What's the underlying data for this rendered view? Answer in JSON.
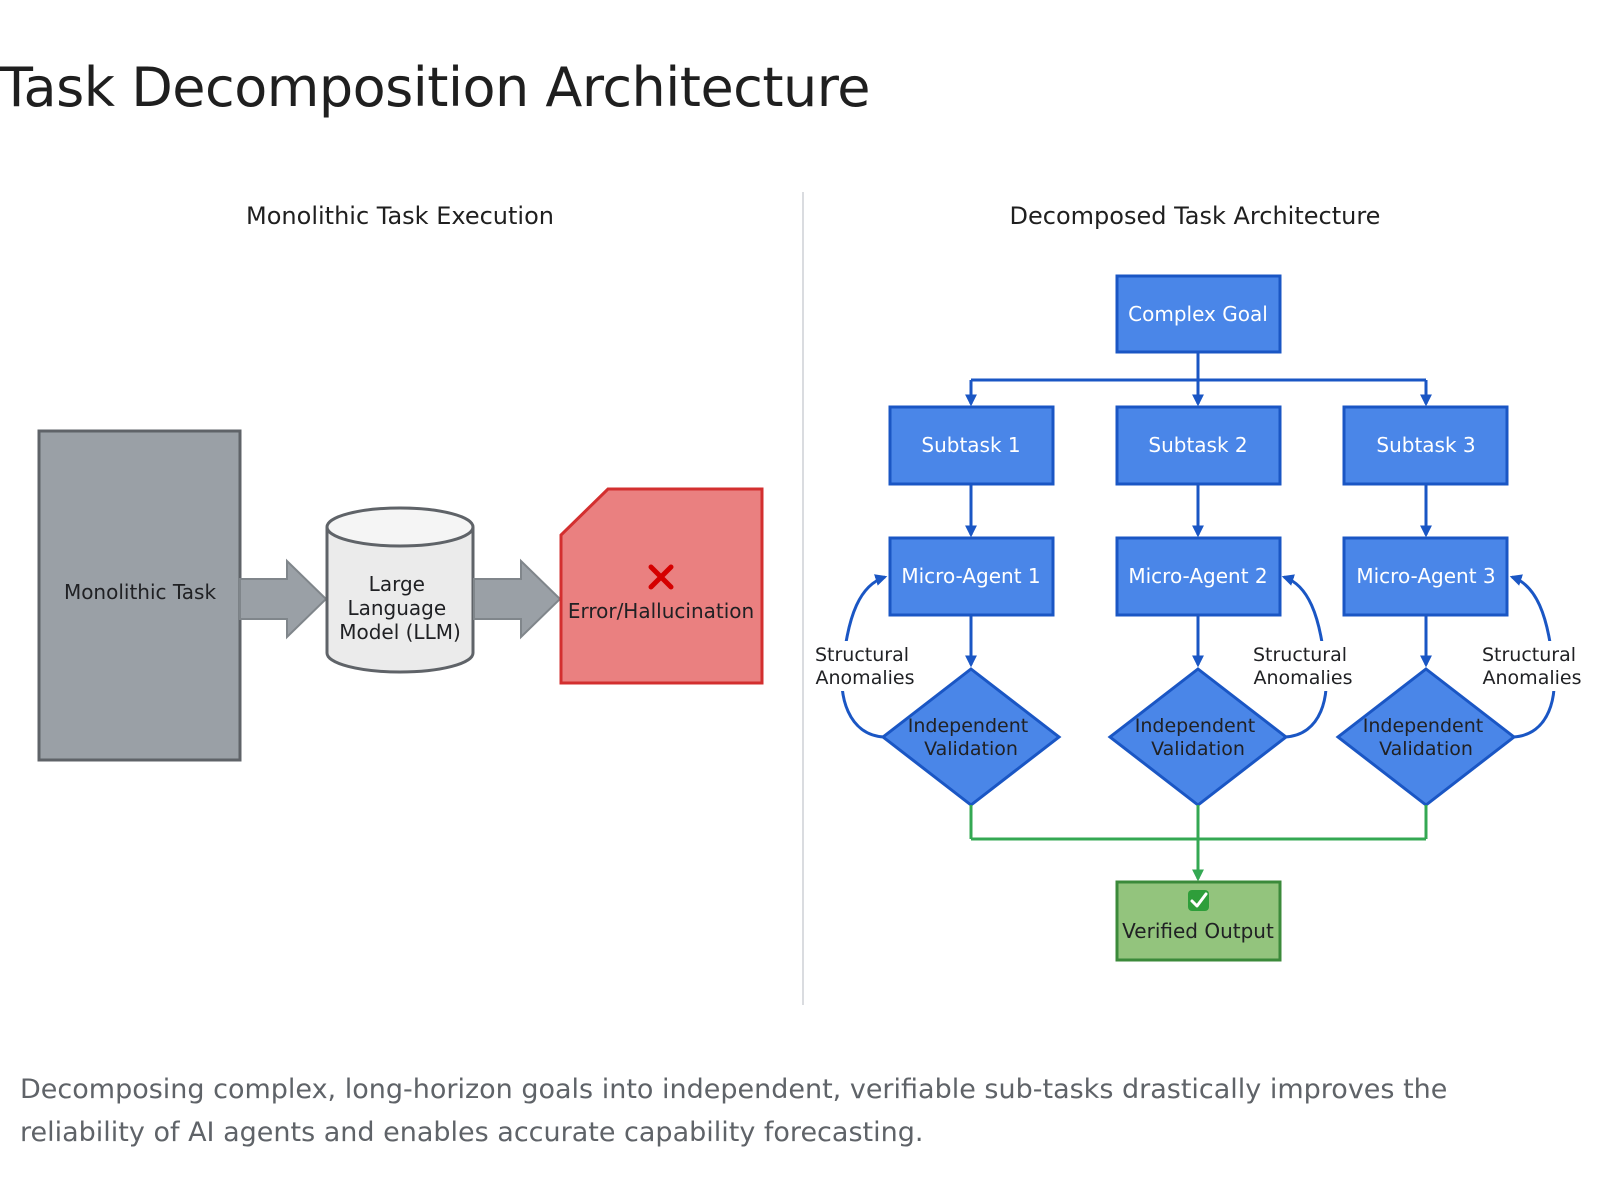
{
  "page": {
    "title": "Task Decomposition Architecture",
    "caption": "Decomposing complex, long-horizon goals into independent, verifiable sub-tasks drastically improves the reliability of AI agents and enables accurate capability forecasting."
  },
  "colors": {
    "node_blue": "#4a86e8",
    "node_blue_border": "#1a56c4",
    "connector_blue": "#1a56c4",
    "connector_green": "#34a853",
    "output_green": "#93c47d",
    "output_green_border": "#3b8a3a",
    "task_gray": "#9aa0a6",
    "arrow_gray": "#9aa0a6",
    "error_red": "#ea8080",
    "error_red_border": "#d32f2f",
    "cross_red": "#d50000",
    "divider": "#dadce0"
  },
  "left_panel": {
    "title": "Monolithic Task Execution",
    "monolithic_task": "Monolithic Task",
    "llm_lines": [
      "Large",
      "Language",
      "Model (LLM)"
    ],
    "error_icon": "cross-icon",
    "error_label": "Error/Hallucination"
  },
  "right_panel": {
    "title": "Decomposed Task Architecture",
    "goal": "Complex Goal",
    "branches": [
      {
        "subtask": "Subtask 1",
        "agent": "Micro-Agent 1",
        "validation": [
          "Independent",
          "Validation"
        ],
        "feedback": [
          "Structural",
          "Anomalies"
        ],
        "feedback_side": "left"
      },
      {
        "subtask": "Subtask 2",
        "agent": "Micro-Agent 2",
        "validation": [
          "Independent",
          "Validation"
        ],
        "feedback": [
          "Structural",
          "Anomalies"
        ],
        "feedback_side": "right"
      },
      {
        "subtask": "Subtask 3",
        "agent": "Micro-Agent 3",
        "validation": [
          "Independent",
          "Validation"
        ],
        "feedback": [
          "Structural",
          "Anomalies"
        ],
        "feedback_side": "right"
      }
    ],
    "output_icon": "checkmark-icon",
    "output": "Verified Output"
  }
}
